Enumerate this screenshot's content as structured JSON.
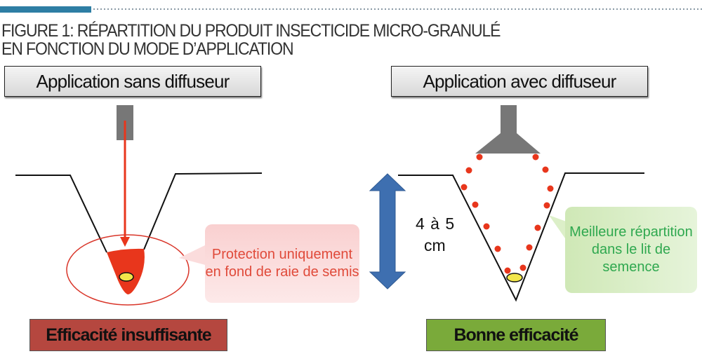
{
  "header": {
    "title_line1": "FIGURE 1: RÉPARTITION DU PRODUIT INSECTICIDE MICRO-GRANULÉ",
    "title_line2": "EN FONCTION DU MODE D’APPLICATION",
    "accent_color": "#2e7ea4"
  },
  "left_panel": {
    "heading": "Application sans diffuseur",
    "callout": "Protection uniquement en fond de raie de semis",
    "result": "Efficacité insuffisante",
    "result_color": "#b5473f",
    "product_color": "#e8361c"
  },
  "right_panel": {
    "heading": "Application avec diffuseur",
    "depth_label_line1": "4 à 5",
    "depth_label_line2": "cm",
    "callout": "Meilleure répartition dans le lit de semence",
    "result": "Bonne efficacité",
    "result_color": "#7aaa3a",
    "arrow_color": "#3e6fb0"
  }
}
